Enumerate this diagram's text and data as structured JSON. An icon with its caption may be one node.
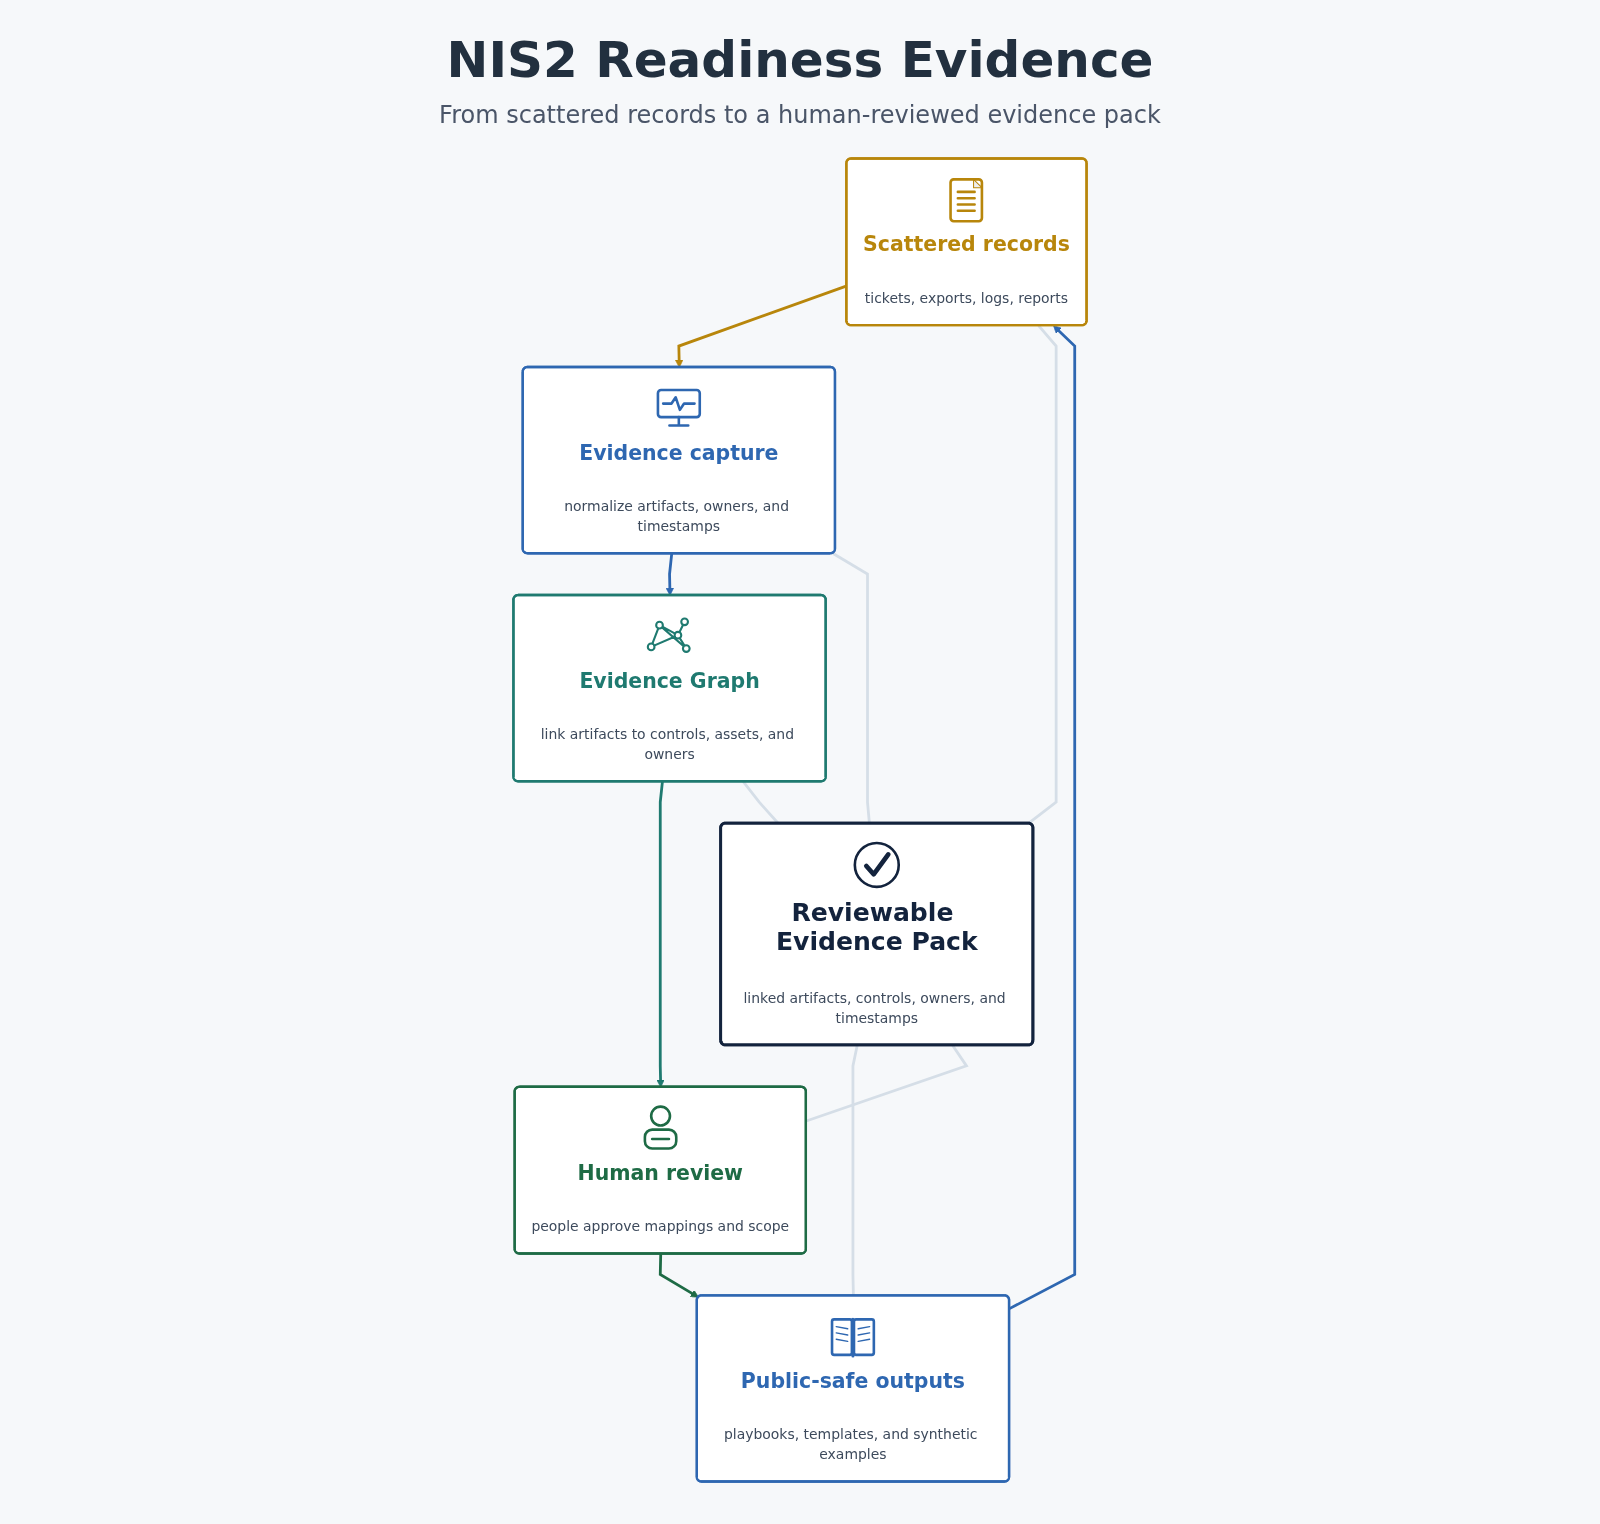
{
  "diagram": {
    "title": "NIS2 Readiness Evidence",
    "nodes": [
      {
        "text": [
          "Scattered records",
          "tickets, exports, logs, reports"
        ]
      },
      {
        "text": [
          "Evidence capture",
          "normalize artifacts, owners, and timestamps"
        ]
      },
      {
        "text": [
          "Evidence Graph",
          "link artifacts to controls, assets, and owners"
        ]
      },
      {
        "text": [
          "Reviewable Evidence Pack",
          "linked artifacts, controls, owners, and timestamps"
        ]
      },
      {
        "text": [
          "Public-safe outputs",
          "playbooks, templates, and synthetic examples"
        ]
      },
      {
        "text": [
          "Human review",
          "people approve mappings and scope"
        ]
      }
    ],
    "edges": [
      {
        "from": 0,
        "to": 1,
        "arrow": "to",
        "color": "#b8860b"
      },
      {
        "from": 1,
        "to": 2,
        "arrow": "to",
        "color": "#2e67b1"
      },
      {
        "from": 2,
        "to": 5,
        "arrow": "to",
        "color": "#1f7a70"
      },
      {
        "from": 5,
        "to": 4,
        "arrow": "to",
        "color": "#1e6b45"
      },
      {
        "from": 4,
        "to": 0,
        "arrow": "to",
        "color": "#2e67b1"
      },
      {
        "from": 0,
        "to": 3,
        "arrow": "none"
      },
      {
        "from": 1,
        "to": 3,
        "arrow": "none"
      },
      {
        "from": 2,
        "to": 3,
        "arrow": "none"
      },
      {
        "from": 3,
        "to": 4,
        "arrow": "none"
      },
      {
        "from": 3,
        "to": 5,
        "arrow": "none"
      }
    ],
    "labels": [
      "From scattered records to a human-reviewed evidence pack"
    ]
  }
}
